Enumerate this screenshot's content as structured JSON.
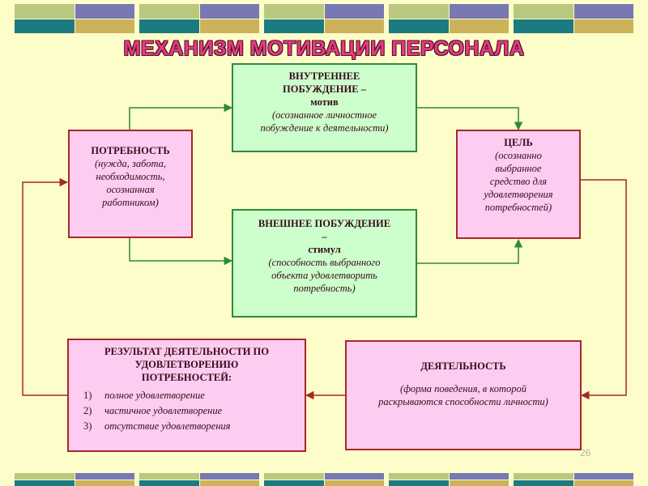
{
  "title": "МЕХАНИЗМ МОТИВАЦИИ ПЕРСОНАЛА",
  "page_number": "26",
  "colors": {
    "background": "#fdfdc9",
    "pink_fill": "#fdccf0",
    "pink_border": "#a5282a",
    "green_fill": "#ccffcc",
    "green_border": "#2f8a3a",
    "title_fill": "#e63b80"
  },
  "need": {
    "heading": "ПОТРЕБНОСТЬ",
    "line1": "(нужда, забота,",
    "line2": "необходимость,",
    "line3": "осознанная",
    "line4": "работником)"
  },
  "internal": {
    "line1": "ВНУТРЕННЕЕ",
    "line2": "ПОБУЖДЕНИЕ –",
    "line3": "мотив",
    "desc1": "(осознанное личностное",
    "desc2": "побуждение к деятельности)"
  },
  "external": {
    "line1": "ВНЕШНЕЕ ПОБУЖДЕНИЕ",
    "line2": "–",
    "line3": "стимул",
    "desc1": "(способность выбранного",
    "desc2": "объекта удовлетворить",
    "desc3": "потребность)"
  },
  "goal": {
    "heading": "ЦЕЛЬ",
    "line1": "(осознанно",
    "line2": "выбранное",
    "line3": "средство для",
    "line4": "удовлетворения",
    "line5": "потребностей)"
  },
  "activity": {
    "heading": "ДЕЯТЕЛЬНОСТЬ",
    "desc1": "(форма поведения, в которой",
    "desc2": "раскрываются способности личности)"
  },
  "result": {
    "line1": "РЕЗУЛЬТАТ ДЕЯТЕЛЬНОСТИ ПО",
    "line2": "УДОВЛЕТВОРЕНИЮ",
    "line3": "ПОТРЕБНОСТЕЙ:",
    "items": [
      {
        "num": "1)",
        "text": "полное удовлетворение"
      },
      {
        "num": "2)",
        "text": "частичное удовлетворение"
      },
      {
        "num": "3)",
        "text": "отсутствие удовлетворения"
      }
    ]
  }
}
